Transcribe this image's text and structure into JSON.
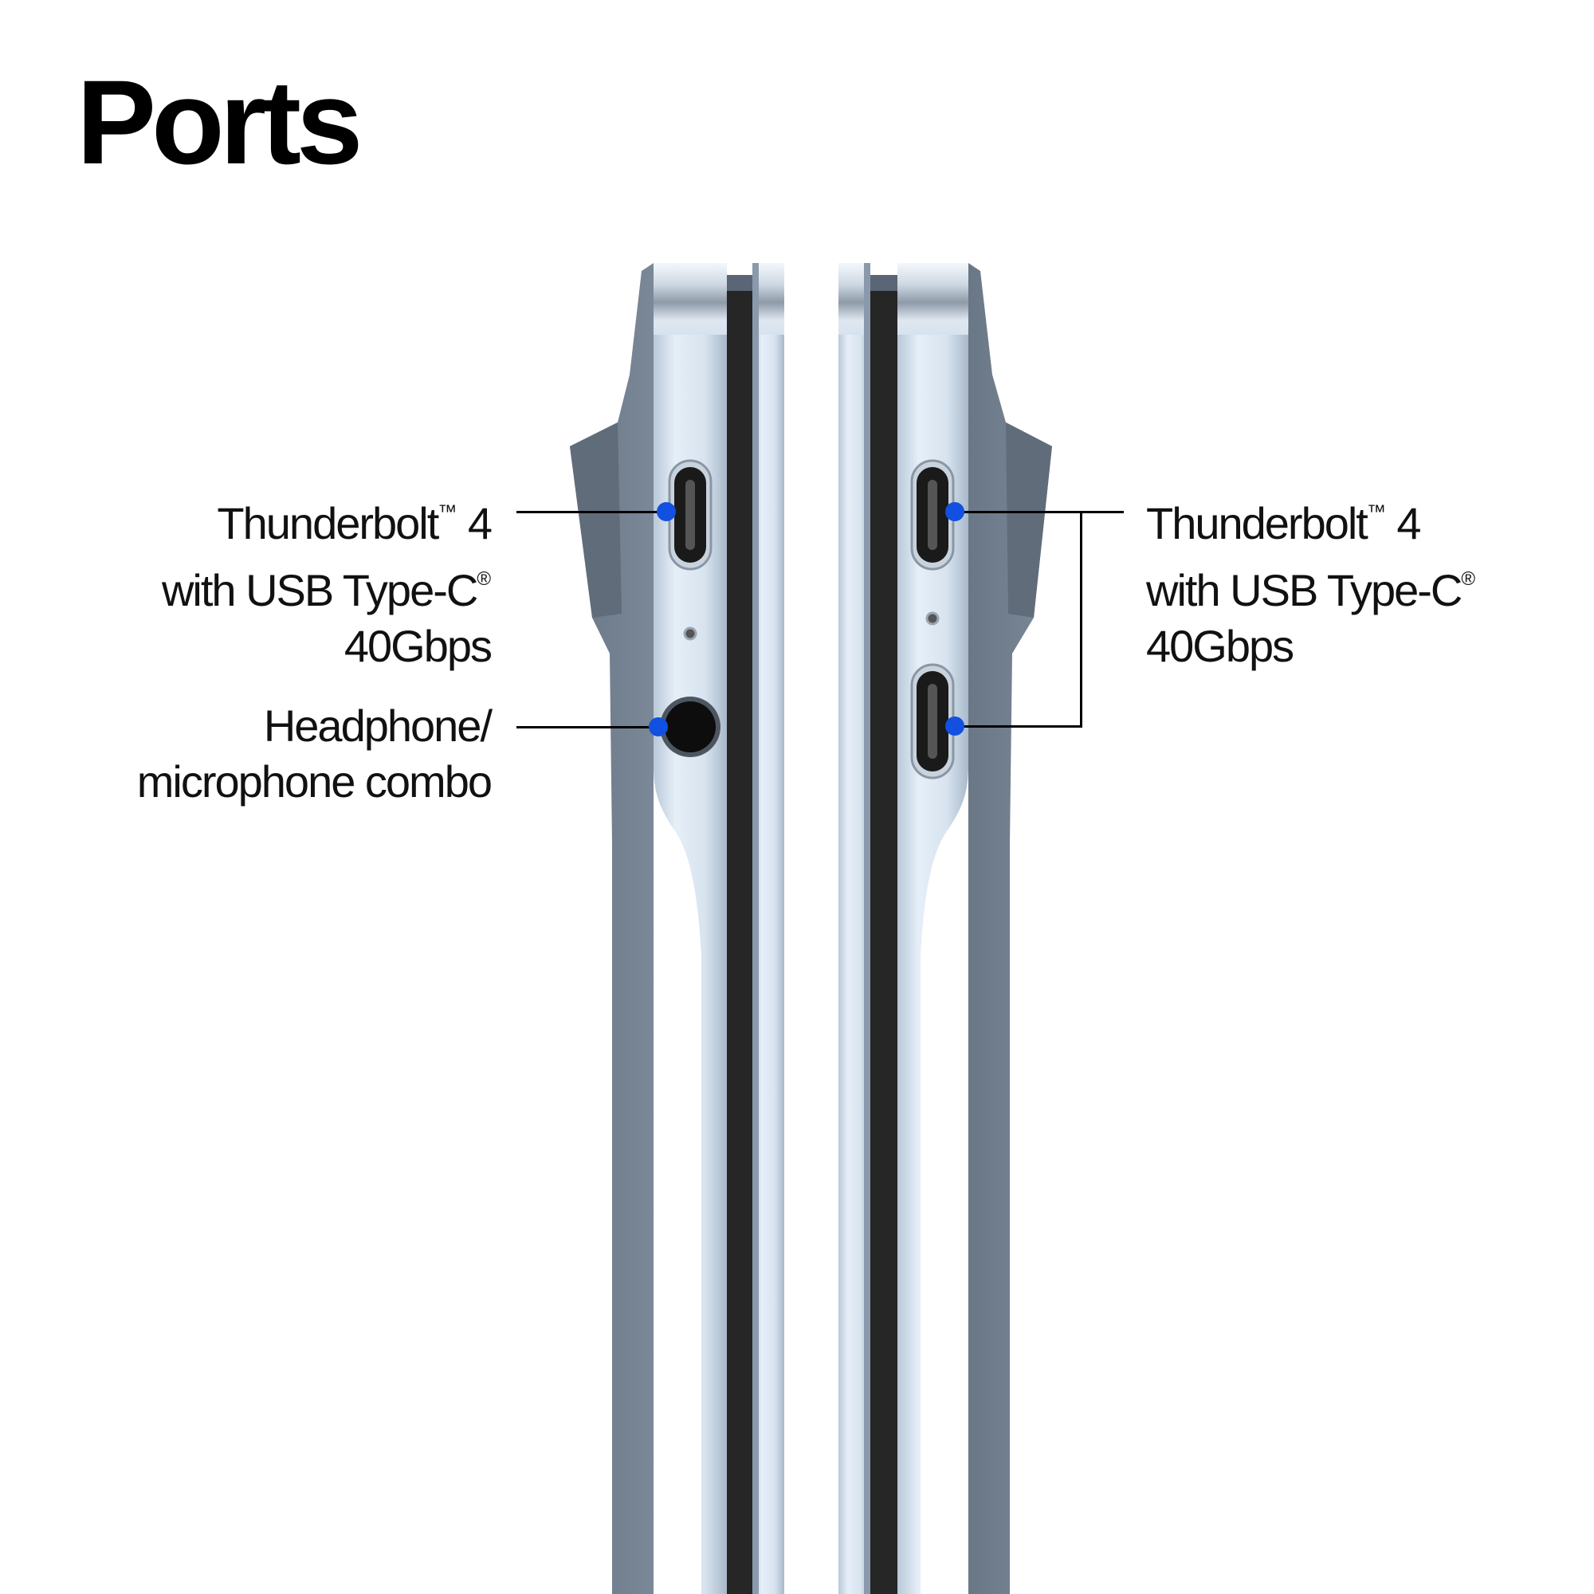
{
  "page": {
    "title": "Ports"
  },
  "callouts": {
    "left": [
      {
        "line1": "Thunderbolt",
        "tm": "™",
        "line1_suffix": " 4",
        "line2": "with USB Type-C",
        "reg": "®",
        "line3": "40Gbps"
      },
      {
        "line1": "Headphone/",
        "line2": "microphone combo"
      }
    ],
    "right": [
      {
        "line1": "Thunderbolt",
        "tm": "™",
        "line1_suffix": " 4",
        "line2": "with USB Type-C",
        "reg": "®",
        "line3": "40Gbps"
      }
    ]
  },
  "ports": {
    "left_side": [
      "thunderbolt-4-usb-c",
      "status-led",
      "headphone-mic-combo-jack"
    ],
    "right_side": [
      "thunderbolt-4-usb-c",
      "status-led",
      "thunderbolt-4-usb-c"
    ]
  },
  "colors": {
    "callout_dot": "#1150e0",
    "leader_line": "#000000",
    "chassis_dark": "#6b7888",
    "chassis_light": "#d9e6f2",
    "port_black": "#1a1a1a"
  }
}
